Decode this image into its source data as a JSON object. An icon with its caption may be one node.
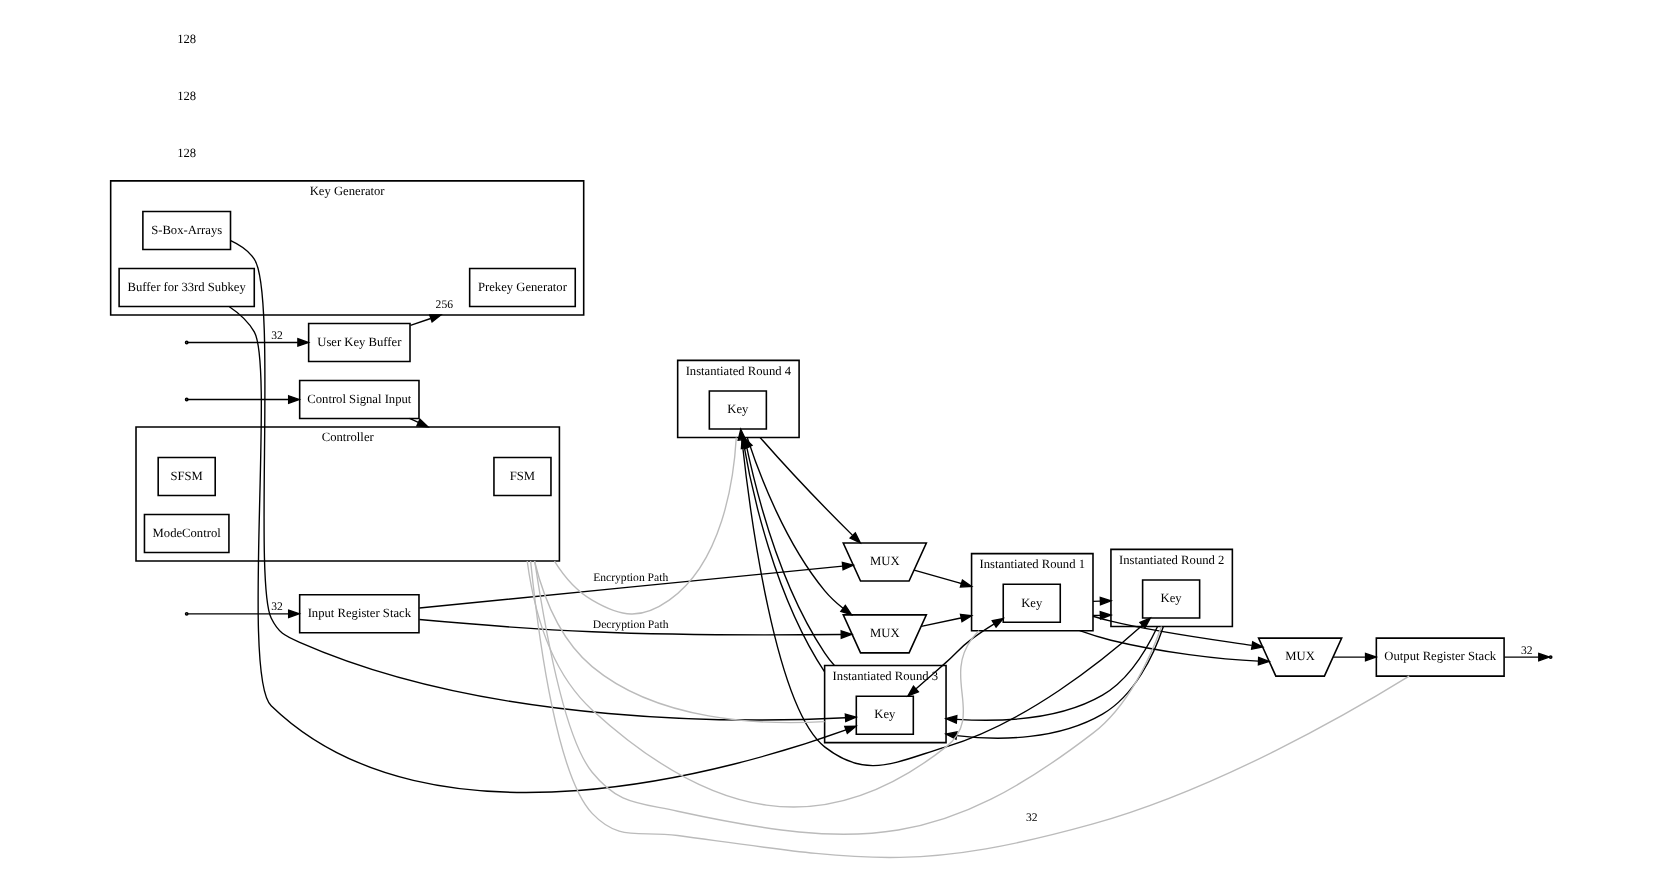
{
  "diagram": {
    "nodes": [
      {
        "text": [
          "Input Register Stack"
        ]
      },
      {
        "text": [
          "MUX"
        ]
      },
      {
        "text": [
          "MUX"
        ]
      },
      {
        "text": [
          "Instantiated Round 1"
        ]
      },
      {
        "text": [
          "Key"
        ],
        "in": 3
      },
      {
        "text": [
          "MUX"
        ]
      },
      {
        "text": [
          "Output Register Stack"
        ]
      },
      {
        "text": [
          "User Key Buffer"
        ]
      },
      {
        "text": [
          "Key Generator"
        ]
      },
      {
        "text": [
          "Prekey Generator"
        ],
        "in": 8
      },
      {
        "text": [
          "S-Box-Arrays"
        ],
        "in": 8
      },
      {
        "text": [
          "Buffer for 33rd Subkey"
        ],
        "in": 8
      },
      {
        "text": [
          "Instantiated Round 4"
        ]
      },
      {
        "text": [
          "Key"
        ],
        "in": 12
      },
      {
        "text": [
          "Instantiated Round 2"
        ]
      },
      {
        "text": [
          "Key"
        ],
        "in": 14
      },
      {
        "text": [
          "Instantiated Round 3"
        ]
      },
      {
        "text": [
          "Key"
        ],
        "in": 16
      },
      {
        "text": [
          "Control Signal Input"
        ]
      },
      {
        "text": [
          "Controller"
        ]
      },
      {
        "text": [
          "FSM"
        ],
        "in": 19
      },
      {
        "text": [
          "SFSM"
        ],
        "in": 19
      },
      {
        "text": [
          "ModeControl"
        ],
        "in": 19
      }
    ],
    "edges": [
      {
        "from": null,
        "to": 0,
        "arrow": "to",
        "label": "32"
      },
      {
        "from": 0,
        "to": 1,
        "arrow": "to",
        "label": "Encryption Path"
      },
      {
        "from": 0,
        "to": 2,
        "arrow": "to",
        "label": "Decryption Path"
      },
      {
        "from": 12,
        "to": 1,
        "arrow": "to"
      },
      {
        "from": 12,
        "to": 2,
        "arrow": "to"
      },
      {
        "from": 1,
        "to": 3,
        "arrow": "to"
      },
      {
        "from": 2,
        "to": 3,
        "arrow": "to"
      },
      {
        "from": 3,
        "to": 5,
        "arrow": "to"
      },
      {
        "from": 3,
        "to": 5,
        "arrow": "to"
      },
      {
        "from": 5,
        "to": 6,
        "arrow": "to"
      },
      {
        "from": 6,
        "to": null,
        "arrow": "to",
        "label": "32"
      },
      {
        "from": 3,
        "to": 14,
        "arrow": "to"
      },
      {
        "from": 3,
        "to": 14,
        "arrow": "to"
      },
      {
        "from": 14,
        "to": 16,
        "arrow": "to"
      },
      {
        "from": 14,
        "to": 16,
        "arrow": "to"
      },
      {
        "from": 16,
        "to": 12,
        "arrow": "to"
      },
      {
        "from": 16,
        "to": 12,
        "arrow": "to"
      },
      {
        "from": 10,
        "to": 17,
        "arrow": "to"
      },
      {
        "from": 11,
        "to": 17,
        "arrow": "to"
      },
      {
        "from": 13,
        "to": 15,
        "arrow": "both"
      },
      {
        "from": 17,
        "to": 4,
        "arrow": "both"
      },
      {
        "from": null,
        "to": 7,
        "arrow": "to",
        "label": "32"
      },
      {
        "from": 7,
        "to": 8,
        "arrow": "to",
        "label": "256"
      },
      {
        "from": null,
        "to": 18,
        "arrow": "to"
      },
      {
        "from": 18,
        "to": 19,
        "arrow": "to"
      },
      {
        "from": 19,
        "to": 12,
        "arrow": "none",
        "color": "#bbbbbb"
      },
      {
        "from": 19,
        "to": 16,
        "arrow": "none",
        "color": "#bbbbbb"
      },
      {
        "from": 19,
        "to": 3,
        "arrow": "none",
        "color": "#bbbbbb"
      },
      {
        "from": 19,
        "to": 14,
        "arrow": "none",
        "color": "#bbbbbb"
      },
      {
        "from": 19,
        "to": 6,
        "arrow": "none",
        "color": "#bbbbbb",
        "label": "32"
      }
    ],
    "labels": [
      "128",
      "128",
      "128"
    ]
  }
}
